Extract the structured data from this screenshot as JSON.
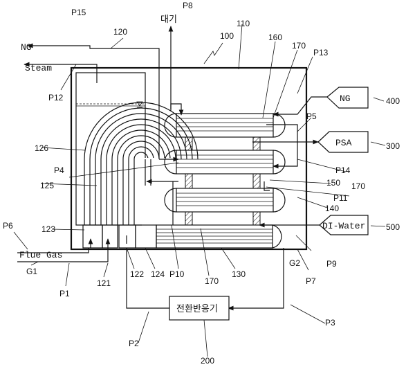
{
  "streams": {
    "ng_out": "NG",
    "steam": "Steam",
    "flue_gas": "Flue Gas",
    "atmosphere": "대기",
    "ng_in": "NG",
    "psa": "PSA",
    "di_water": "DI-Water",
    "converter": "전환반응기"
  },
  "refs": {
    "r100": "100",
    "r110": "110",
    "r120": "120",
    "r121": "121",
    "r122": "122",
    "r123": "123",
    "r124": "124",
    "r125": "125",
    "r126": "126",
    "r130": "130",
    "r140": "140",
    "r150": "150",
    "r160": "160",
    "r170a": "170",
    "r170b": "170",
    "r170c": "170",
    "r200": "200",
    "r300": "300",
    "r400": "400",
    "r500": "500"
  },
  "pipes": {
    "P1": "P1",
    "P2": "P2",
    "P3": "P3",
    "P4": "P4",
    "P5": "P5",
    "P6": "P6",
    "P7": "P7",
    "P8": "P8",
    "P9": "P9",
    "P10": "P10",
    "P11": "P11",
    "P12": "P12",
    "P13": "P13",
    "P14": "P14",
    "P15": "P15",
    "G1": "G1",
    "G2": "G2"
  }
}
